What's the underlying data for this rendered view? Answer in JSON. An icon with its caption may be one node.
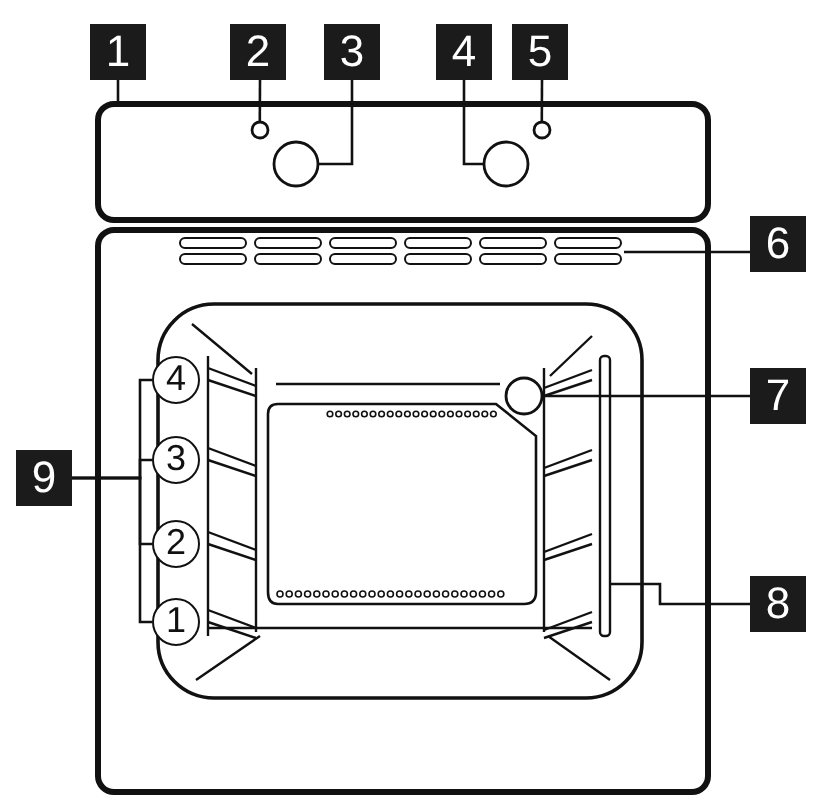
{
  "diagram": {
    "nodes": [
      {
        "text": [
          "1"
        ]
      },
      {
        "text": [
          "2"
        ]
      },
      {
        "text": [
          "3"
        ]
      },
      {
        "text": [
          "4"
        ]
      },
      {
        "text": [
          "5"
        ]
      },
      {
        "text": [
          "6"
        ]
      },
      {
        "text": [
          "7"
        ]
      },
      {
        "text": [
          "8"
        ]
      },
      {
        "text": [
          "9"
        ]
      },
      {
        "text": [
          "4"
        ]
      },
      {
        "text": [
          "3"
        ]
      },
      {
        "text": [
          "2"
        ]
      },
      {
        "text": [
          "1"
        ]
      },
      {
        "text": [],
        "shape": "box"
      },
      {
        "text": [],
        "shape": "circle",
        "in": 13
      },
      {
        "text": [],
        "shape": "circle",
        "in": 13
      },
      {
        "text": [],
        "shape": "circle",
        "in": 13
      },
      {
        "text": [],
        "shape": "circle",
        "in": 13
      },
      {
        "text": [],
        "shape": "bar"
      },
      {
        "text": [],
        "shape": "circle"
      },
      {
        "text": [],
        "shape": "bar"
      }
    ],
    "edges": [
      {
        "from": 0,
        "to": 13,
        "arrow": "none"
      },
      {
        "from": 1,
        "to": 14,
        "arrow": "none"
      },
      {
        "from": 2,
        "to": 15,
        "arrow": "none"
      },
      {
        "from": 3,
        "to": 16,
        "arrow": "none"
      },
      {
        "from": 4,
        "to": 17,
        "arrow": "none"
      },
      {
        "from": 5,
        "to": 18,
        "arrow": "none"
      },
      {
        "from": 6,
        "to": 19,
        "arrow": "none"
      },
      {
        "from": 7,
        "to": 20,
        "arrow": "none"
      },
      {
        "from": 8,
        "to": 9,
        "arrow": "none"
      },
      {
        "from": 8,
        "to": 10,
        "arrow": "none"
      },
      {
        "from": 8,
        "to": 11,
        "arrow": "none"
      },
      {
        "from": 8,
        "to": 12,
        "arrow": "none"
      }
    ]
  }
}
